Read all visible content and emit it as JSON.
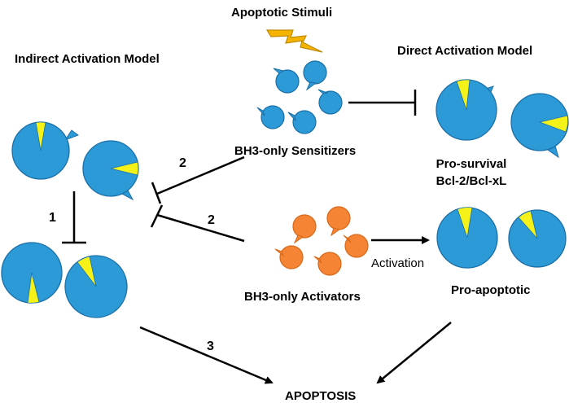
{
  "diagram": {
    "title_left": "Indirect Activation Model",
    "title_right": "Direct Activation Model",
    "stimuli_label": "Apoptotic Stimuli",
    "sensitizers_label": "BH3-only Sensitizers",
    "prosurvival_label_1": "Pro-survival",
    "prosurvival_label_2": "Bcl-2/Bcl-xL",
    "activators_label": "BH3-only Activators",
    "activation_label": "Activation",
    "proapoptotic_label": "Pro-apoptotic",
    "apoptosis_label": "APOPTOSIS",
    "step_1": "1",
    "step_2a": "2",
    "step_2b": "2",
    "step_3": "3"
  },
  "colors": {
    "blue": "#2b9ad6",
    "blue_stroke": "#1b6fa8",
    "yellow": "#f5f21a",
    "orange": "#f58434",
    "orange_stroke": "#d86818",
    "bolt": "#f5b400",
    "line": "#000000"
  },
  "icons": [
    "lightning-bolt-icon"
  ]
}
